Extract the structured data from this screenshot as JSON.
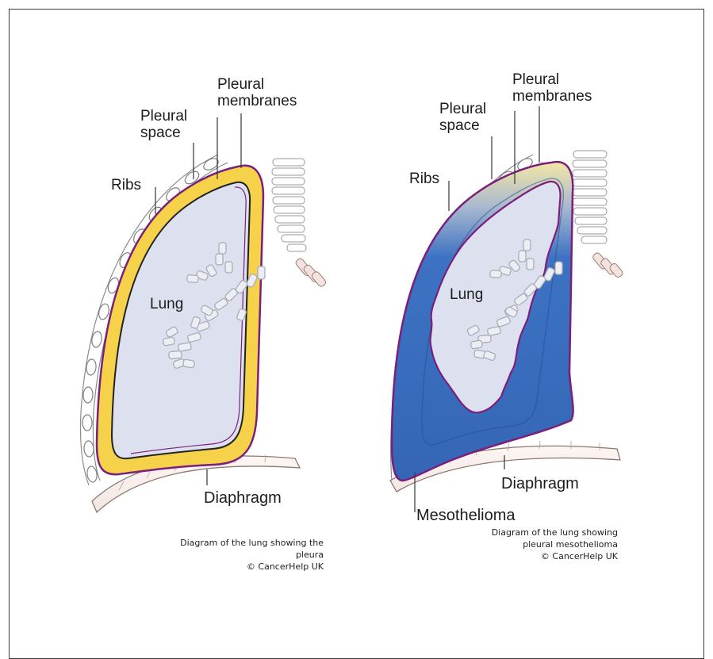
{
  "left_diagram": {
    "labels": {
      "pleural_membranes": "Pleural membranes",
      "pleural_space": "Pleural space",
      "ribs": "Ribs",
      "lung": "Lung",
      "diaphragm": "Diaphragm"
    },
    "caption": {
      "line1": "Diagram of the lung showing the",
      "line2": "pleura",
      "credit": "© CancerHelp UK"
    }
  },
  "right_diagram": {
    "labels": {
      "pleural_membranes": "Pleural membranes",
      "pleural_space": "Pleural space",
      "ribs": "Ribs",
      "lung": "Lung",
      "diaphragm": "Diaphragm",
      "mesothelioma": "Mesothelioma"
    },
    "caption": {
      "line1": "Diagram of the lung showing",
      "line2": "pleural mesothelioma",
      "credit": "© CancerHelp UK"
    }
  },
  "colors": {
    "pleural_fluid": "#f6d24a",
    "membrane": "#7a1f7a",
    "lung": "#dde1ef",
    "tumour": "#3a6fc0",
    "bronchi": "#b9bdc9"
  }
}
